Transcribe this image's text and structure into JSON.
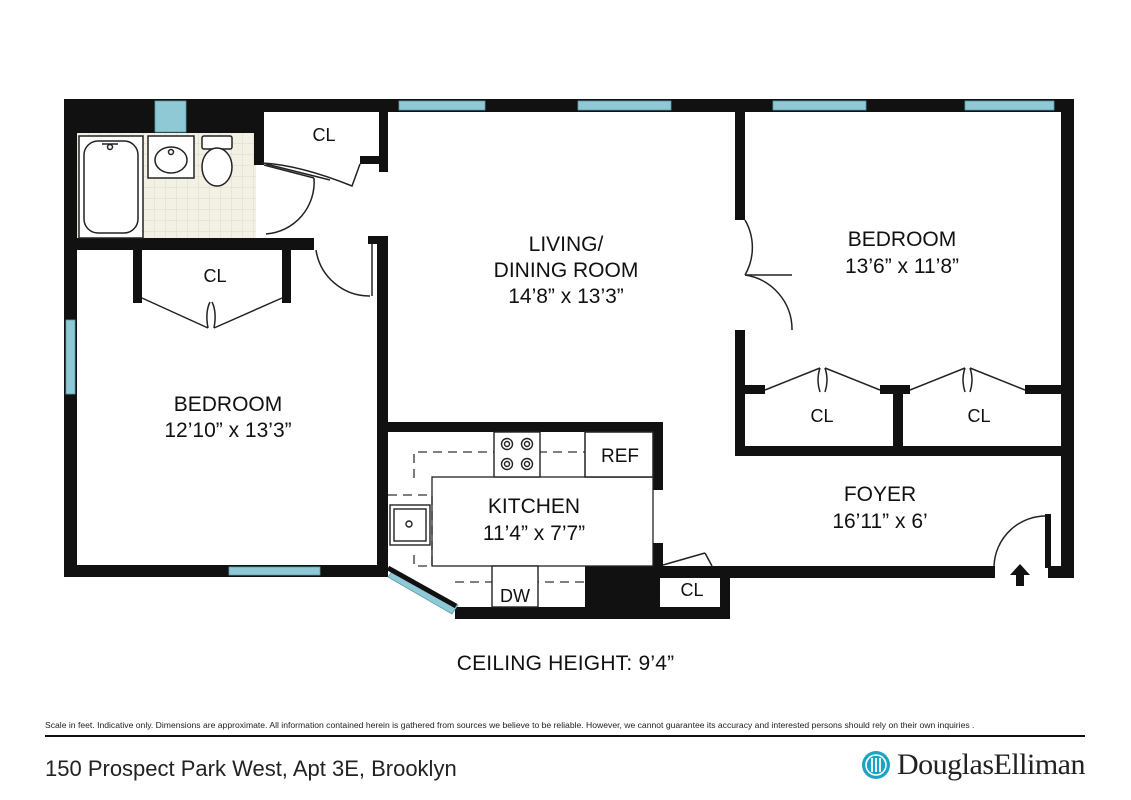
{
  "rooms": {
    "living": {
      "name_line1": "LIVING/",
      "name_line2": "DINING ROOM",
      "dims": "14’8” x 13’3”"
    },
    "bedroom_right": {
      "name": "BEDROOM",
      "dims": "13’6” x 11’8”"
    },
    "bedroom_left": {
      "name": "BEDROOM",
      "dims": "12’10” x 13’3”"
    },
    "kitchen": {
      "name": "KITCHEN",
      "dims": "11’4” x 7’7”"
    },
    "foyer": {
      "name": "FOYER",
      "dims": "16’11” x 6’"
    }
  },
  "closets": {
    "top": "CL",
    "left_bedroom": "CL",
    "right_bedroom_1": "CL",
    "right_bedroom_2": "CL",
    "foyer": "CL"
  },
  "fixtures": {
    "fridge": "REF",
    "dishwasher": "DW"
  },
  "ceiling_height": "CEILING HEIGHT: 9’4”",
  "footer": {
    "disclaimer": "Scale in feet. Indicative only. Dimensions are approximate. All information contained herein is gathered from sources we believe to be reliable. However, we cannot guarantee its accuracy and interested persons should rely on their own inquiries .",
    "address": "150 Prospect Park West, Apt 3E, Brooklyn",
    "brand": "DouglasElliman"
  },
  "colors": {
    "wall": "#111111",
    "window": "#8fc9d6",
    "logo": "#1aa3c2"
  }
}
